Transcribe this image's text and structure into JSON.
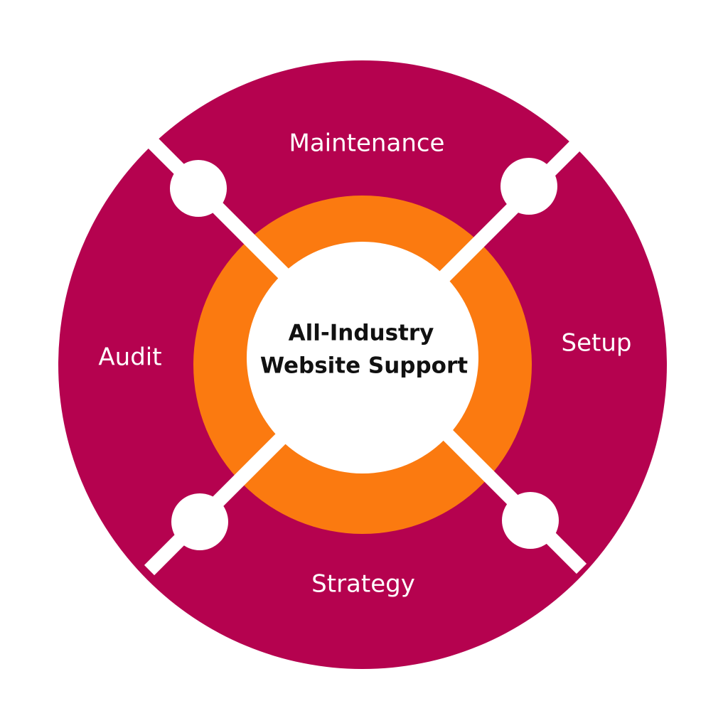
{
  "diagram": {
    "center": {
      "line1": "All-Industry",
      "line2": "Website Support"
    },
    "segments": {
      "top": "Maintenance",
      "right": "Setup",
      "bottom": "Strategy",
      "left": "Audit"
    }
  },
  "colors": {
    "outer_ring": "#b5024f",
    "inner_ring": "#fb7a10",
    "center": "#ffffff",
    "divider": "#ffffff",
    "center_text": "#111111",
    "segment_text": "#ffffff"
  }
}
